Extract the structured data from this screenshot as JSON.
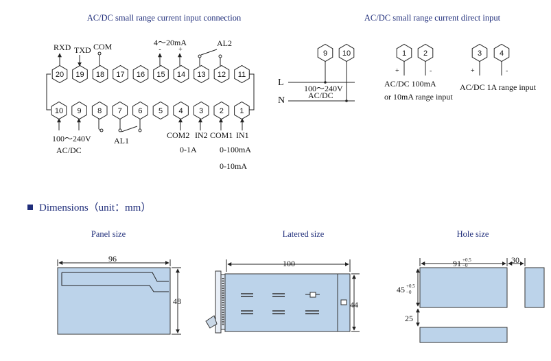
{
  "headers": {
    "connection": "AC/DC small range current input connection",
    "direct": "AC/DC small range current direct input"
  },
  "top_row": [
    "20",
    "19",
    "18",
    "17",
    "16",
    "15",
    "14",
    "13",
    "12",
    "11"
  ],
  "bottom_row": [
    "10",
    "9",
    "8",
    "7",
    "6",
    "5",
    "4",
    "3",
    "2",
    "1"
  ],
  "labels": {
    "rxd": "RXD",
    "txd": "TXD",
    "com": "COM",
    "range_4_20": "4～20mA",
    "minus": "-",
    "plus": "+",
    "al2": "AL2",
    "al1": "AL1",
    "supply_v": "100～240V",
    "supply_acdc": "AC/DC",
    "com2": "COM2",
    "in2": "IN2",
    "com1": "COM1",
    "in1": "IN1",
    "range_0_1a": "0-1A",
    "range_0_100ma": "0-100mA",
    "range_0_10ma": "0-10mA"
  },
  "direct": {
    "power_terms": [
      "9",
      "10"
    ],
    "L": "L",
    "N": "N",
    "supply_v": "100～240V",
    "supply_acdc": "AC/DC",
    "terms_a": [
      "1",
      "2"
    ],
    "text_a1": "AC/DC 100mA",
    "text_a2": "or 10mA range input",
    "terms_b": [
      "3",
      "4"
    ],
    "text_b": "AC/DC 1A range input",
    "plus": "+",
    "minus": "-"
  },
  "dimensions": {
    "title": "Dimensions（unit：mm）",
    "panel": {
      "caption": "Panel size",
      "width": "96",
      "height": "48"
    },
    "lateral": {
      "caption": "Latered size",
      "length": "100",
      "height": "44"
    },
    "hole": {
      "caption": "Hole size",
      "width": "91",
      "width_tol_plus": "+0.5",
      "width_tol_minus": "−0",
      "height": "45",
      "height_tol_plus": "+0.5",
      "height_tol_minus": "−0",
      "gap_h": "30",
      "gap_v": "25"
    }
  },
  "colors": {
    "header": "#1f2d7a",
    "panel_fill": "#bcd3ea",
    "bullet": "#1f2d7a"
  }
}
